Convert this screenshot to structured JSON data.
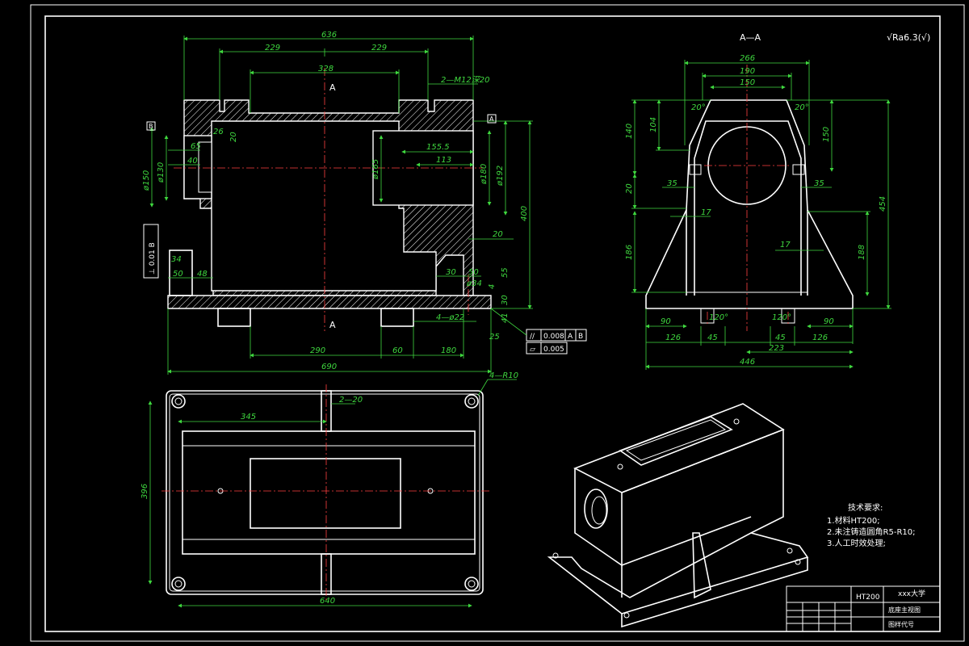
{
  "views": {
    "front": {
      "dims": {
        "overall_top": "636",
        "half_left": "229",
        "half_right": "229",
        "bore_span": "328",
        "thread_note": "2—M12深20",
        "d26": "26",
        "d20a": "20",
        "d65": "65",
        "d40": "40",
        "d155": "155.5",
        "d113": "113",
        "phi165": "ø165",
        "phi150": "ø150",
        "phi130": "ø130",
        "phi180": "ø180",
        "phi192": "ø192",
        "d400": "400",
        "d20b": "20",
        "d34": "34",
        "d50a": "50",
        "d48": "48",
        "d50b": "50",
        "d30": "30",
        "d55": "55",
        "d4": "4",
        "phi34": "ø34",
        "d30b": "30",
        "d41": "41",
        "holes": "4—ø22",
        "d25": "25",
        "d290": "290",
        "d60": "60",
        "d180": "180",
        "d690": "690"
      },
      "section_mark": "A",
      "datum_a": "A",
      "datum_b": "B",
      "tol1_sym": "//",
      "tol1_val": "0.008",
      "tol1_ref1": "A",
      "tol1_ref2": "B",
      "tol2_sym": "▱",
      "tol2_val": "0.005",
      "perp_frame": "⊥ 0.01 B"
    },
    "section": {
      "title": "A—A",
      "dims": {
        "d266": "266",
        "d190": "190",
        "d150": "150",
        "a20l": "20°",
        "a20r": "20°",
        "d140": "140",
        "d104": "104",
        "d150v": "150",
        "d20": "20",
        "d35l": "35",
        "d35r": "35",
        "d17a": "17",
        "d17b": "17",
        "d186": "186",
        "d188": "188",
        "d454": "454",
        "d90l": "90",
        "d90r": "90",
        "a120l": "120°",
        "a120r": "120°",
        "d126l": "126",
        "d45l": "45",
        "d45r": "45",
        "d126r": "126",
        "d223": "223",
        "d446": "446"
      }
    },
    "top": {
      "dims": {
        "d345": "345",
        "slots": "2—20",
        "d396": "396",
        "d640": "640",
        "radius": "4—R10"
      }
    }
  },
  "roughness_note": "√Ra6.3(√)",
  "tech": {
    "title": "技术要求:",
    "items": [
      "1.材料HT200;",
      "2.未注铸造圆角R5-R10;",
      "3.人工时效处理;"
    ]
  },
  "titleblock": {
    "material": "HT200",
    "school": "xxx大学",
    "part_name": "底座主视图",
    "drawing_no": "图样代号"
  }
}
